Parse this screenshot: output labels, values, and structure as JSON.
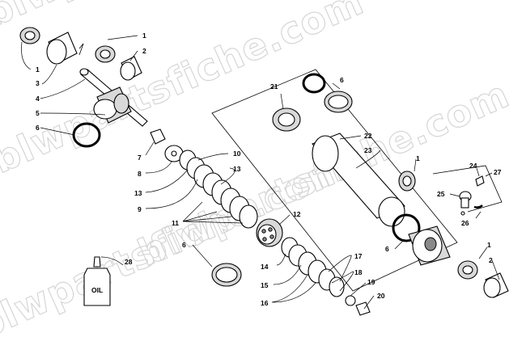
{
  "watermark": "blwpartsfiche.com",
  "callouts": [
    {
      "label": "1"
    },
    {
      "label": "2"
    },
    {
      "label": "1"
    },
    {
      "label": "3"
    },
    {
      "label": "4"
    },
    {
      "label": "5"
    },
    {
      "label": "6"
    },
    {
      "label": "7"
    },
    {
      "label": "8"
    },
    {
      "label": "13"
    },
    {
      "label": "9"
    },
    {
      "label": "10"
    },
    {
      "label": "13"
    },
    {
      "label": "11"
    },
    {
      "label": "12"
    },
    {
      "label": "6"
    },
    {
      "label": "14"
    },
    {
      "label": "15"
    },
    {
      "label": "16"
    },
    {
      "label": "17"
    },
    {
      "label": "18"
    },
    {
      "label": "19"
    },
    {
      "label": "20"
    },
    {
      "label": "21"
    },
    {
      "label": "6"
    },
    {
      "label": "22"
    },
    {
      "label": "23"
    },
    {
      "label": "1"
    },
    {
      "label": "24"
    },
    {
      "label": "27"
    },
    {
      "label": "25"
    },
    {
      "label": "26"
    },
    {
      "label": "6"
    },
    {
      "label": "1"
    },
    {
      "label": "2"
    },
    {
      "label": "28"
    }
  ],
  "oil_bottle_label": "OIL"
}
